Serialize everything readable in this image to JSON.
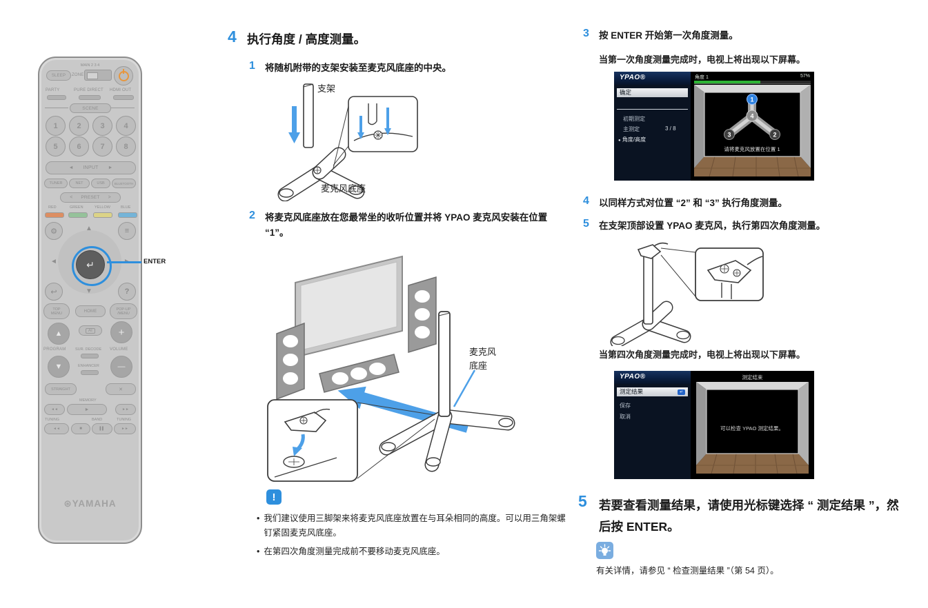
{
  "colors": {
    "accent_blue": "#2e8fdd",
    "arrow_blue": "#4da0e8",
    "progress_green": "#2eb435",
    "power_orange": "#e8963c",
    "red_key": "#dd8e62",
    "green_key": "#95c29a",
    "yellow_key": "#dcd387",
    "blue_key": "#74b4d8"
  },
  "remote": {
    "main_label": "MAIN 2 3 4",
    "sleep": "SLEEP",
    "zone": "ZONE",
    "party": "PARTY",
    "pure_direct": "PURE DIRECT",
    "hdmi_out": "HDMI OUT",
    "scene": "SCENE",
    "numbers": [
      "1",
      "2",
      "3",
      "4",
      "5",
      "6",
      "7",
      "8"
    ],
    "input": "INPUT",
    "sources": [
      "TUNER",
      "NET",
      "USB",
      "BLUETOOTH"
    ],
    "preset": "PRESET",
    "color_keys": [
      "RED",
      "GREEN",
      "YELLOW",
      "BLUE"
    ],
    "top_menu": "TOP MENU",
    "home": "HOME",
    "popup_menu": "POP-UP /MENU",
    "program": "PROGRAM",
    "ai": "AI",
    "sur_decode": "SUR. DECODE",
    "volume": "VOLUME",
    "enhancer": "ENHANCER",
    "straight": "STRAIGHT",
    "memory": "MEMORY",
    "band": "BAND",
    "tuning_left": "TUNING",
    "tuning_right": "TUNING",
    "brand": "YAMAHA",
    "brand_mark": "⊛",
    "enter_callout": "ENTER",
    "icons": {
      "gear": "⚙",
      "menu": "≡",
      "enter": "↵",
      "back": "↩",
      "question": "?",
      "up": "▲",
      "down": "▼",
      "left": "◄",
      "right": "►",
      "play": "►",
      "stop": "■",
      "pause": "▌▌",
      "skip_back": "◄◄",
      "skip_fwd": "►►",
      "tune_down": "◄◄",
      "tune_up": "►►",
      "plus": "+",
      "minus": "—",
      "mute": "✕",
      "preset_left": "<",
      "preset_right": ">",
      "input_left": "◄",
      "input_right": "►"
    }
  },
  "middle": {
    "step4_num": "4",
    "step4_title": "执行角度 / 高度测量。",
    "sub1_num": "1",
    "sub1_text": "将随机附带的支架安装至麦克风底座的中央。",
    "fig1_label_stand": "支架",
    "fig1_label_base": "麦克风底座",
    "sub2_num": "2",
    "sub2_text": "将麦克风底座放在您最常坐的收听位置并将 YPAO 麦克风安装在位置 “1”。",
    "fig2_label_line1": "麦克风",
    "fig2_label_line2": "底座",
    "note_icon": "!",
    "bullet_glyph": "•",
    "note_bullets": [
      "我们建议使用三脚架来将麦克风底座放置在与耳朵相同的高度。可以用三角架螺钉紧固麦克风底座。",
      "在第四次角度测量完成前不要移动麦克风底座。"
    ]
  },
  "right": {
    "step3_num": "3",
    "step3_text": "按 ENTER 开始第一次角度测量。",
    "step3_sub": "当第一次角度测量完成时，电视上将出现以下屏幕。",
    "tv1": {
      "logo": "YPAO®",
      "ok": "确定",
      "item1": "初期测定",
      "item2": "主测定",
      "counter": "3 / 8",
      "item3_bullet": "●",
      "item3": "角度/高度",
      "progress_label": "角度 1",
      "progress_pct": "57%",
      "pos1": "1",
      "pos2": "2",
      "pos3": "3",
      "pos4": "4",
      "message": "请将麦克风放置在位置 1"
    },
    "step4_num": "4",
    "step4_text": "以同样方式对位置 “2” 和 “3” 执行角度测量。",
    "step5_num": "5",
    "step5_text": "在支架顶部设置 YPAO 麦克风，执行第四次角度测量。",
    "step5_sub": "当第四次角度测量完成时，电视上将出现以下屏幕。",
    "tv2": {
      "logo": "YPAO®",
      "item1": "测定结果",
      "item1_icon": "↵",
      "item2": "保存",
      "item3": "取消",
      "title": "测定结束",
      "message": "可以检查 YPAO 测定结果。"
    },
    "step5b_num": "5",
    "step5b_text": "若要查看测量结果，请使用光标键选择 “ 测定结果 ”，然后按 ENTER。",
    "tip_text": "有关详情，请参见 “ 检查测量结果 ”（第 54 页）。"
  }
}
